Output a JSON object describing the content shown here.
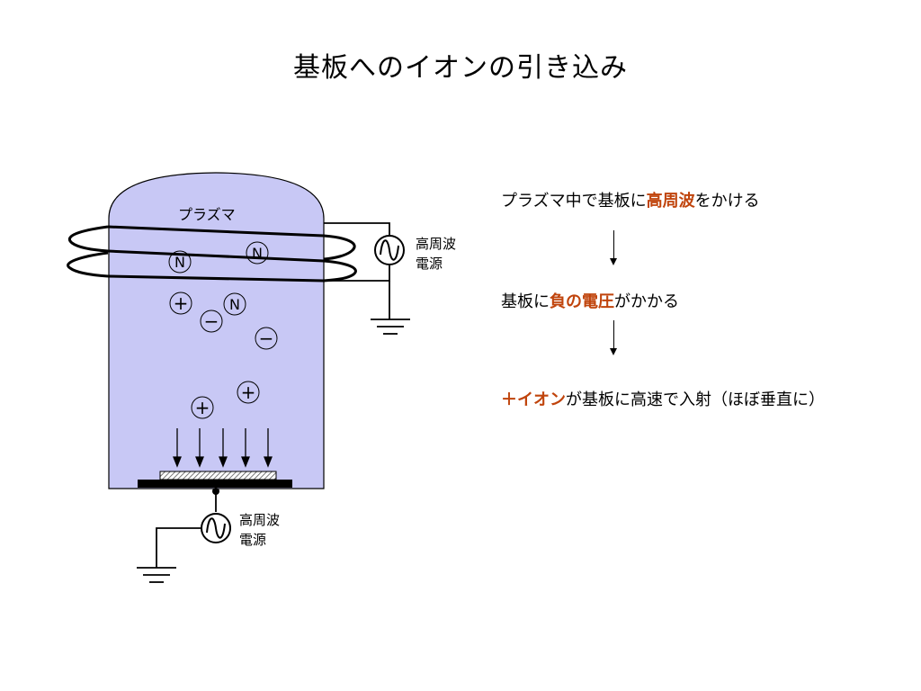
{
  "title": "基板へのイオンの引き込み",
  "diagram": {
    "plasma_label": "プラズマ",
    "rf_source_top": {
      "line1": "高周波",
      "line2": "電源"
    },
    "rf_source_bottom": {
      "line1": "高周波",
      "line2": "電源"
    },
    "particles": {
      "neutral_symbol": "N",
      "positive_symbol": "+",
      "negative_symbol": "−"
    }
  },
  "steps": [
    {
      "before": "プラズマ中で基板に",
      "highlight": "高周波",
      "after": "をかける"
    },
    {
      "before": "基板に",
      "highlight": "負の電圧",
      "after": "がかかる"
    },
    {
      "before": "",
      "highlight": "＋イオン",
      "after": "が基板に高速で入射（ほぼ垂直に）"
    }
  ],
  "colors": {
    "plasma_fill": "#c8c8f5",
    "highlight": "#c0440c",
    "line": "#000000"
  }
}
